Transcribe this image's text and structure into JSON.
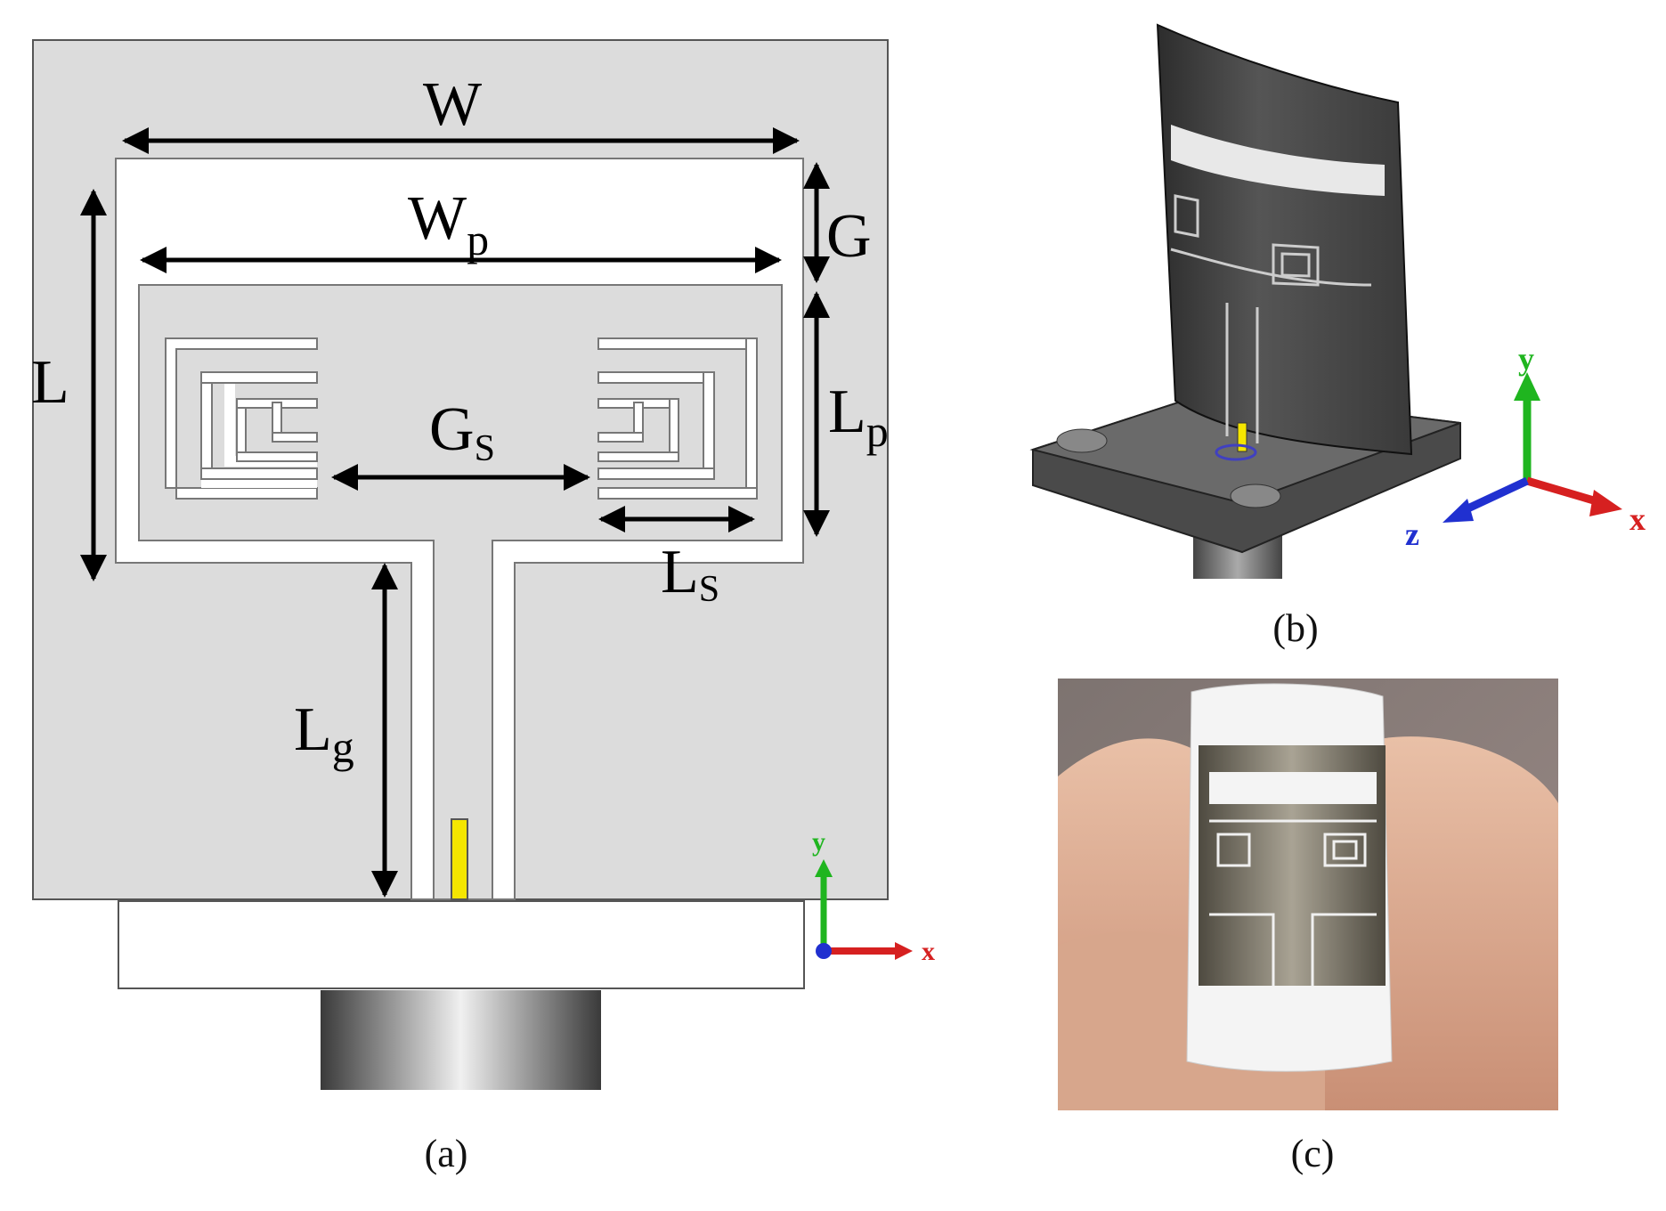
{
  "panel_a": {
    "caption": "(a)",
    "dimensions": {
      "W": "W",
      "Wp_main": "W",
      "Wp_sub": "p",
      "G": "G",
      "L": "L",
      "Lp_main": "L",
      "Lp_sub": "p",
      "Gs_main": "G",
      "Gs_sub": "S",
      "Ls_main": "L",
      "Ls_sub": "S",
      "Lg_main": "L",
      "Lg_sub": "g"
    },
    "axis": {
      "y": "y",
      "x": "x"
    }
  },
  "panel_b": {
    "caption": "(b)",
    "axis": {
      "y": "y",
      "x": "x",
      "z": "z"
    }
  },
  "panel_c": {
    "caption": "(c)"
  },
  "colors": {
    "substrate": "#dcdcdc",
    "slot": "#ffffff",
    "feed": "#f5e600",
    "arrow": "#000000",
    "axis_x": "#d62020",
    "axis_y": "#1fb51f",
    "axis_z": "#2030d0"
  }
}
